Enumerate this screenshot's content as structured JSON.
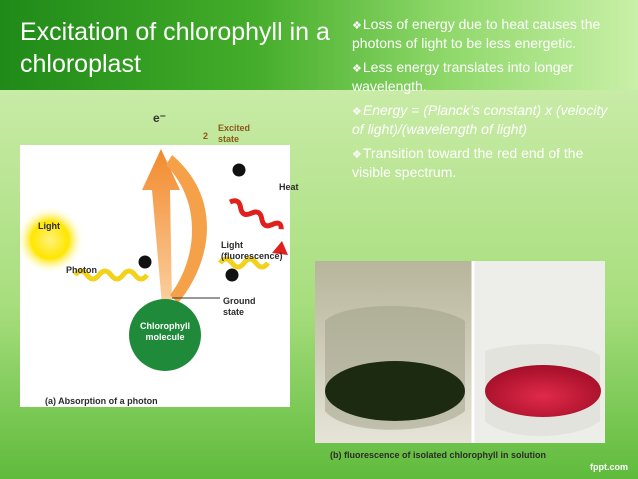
{
  "slide": {
    "title": "Excitation of chlorophyll in a chloroplast",
    "bullets": [
      {
        "text": "Loss of energy due to heat causes the photons of light to be less energetic.",
        "italic": false
      },
      {
        "text": "Less energy translates into longer wavelength.",
        "italic": false
      },
      {
        "text": "Energy = (Planck’s constant) x (velocity of light)/(wavelength of light)",
        "italic": true
      },
      {
        "text": "Transition toward the red end of the visible spectrum.",
        "italic": false
      }
    ],
    "bullet_mark": "❖",
    "credit": "fppt.com"
  },
  "figure_a": {
    "electron": "e⁻",
    "number": "2",
    "excited_state": [
      "Excited",
      "state"
    ],
    "heat": "Heat",
    "light": "Light",
    "photon": "Photon",
    "light_fluorescence": [
      "Light",
      "(fluorescence)"
    ],
    "ground_state": [
      "Ground",
      "state"
    ],
    "molecule": [
      "Chlorophyll",
      "molecule"
    ],
    "caption": "(a) Absorption of a photon"
  },
  "figure_b": {
    "caption": "(b) fluorescence of isolated chlorophyll in solution"
  },
  "colors": {
    "arrow": "#f5a14a",
    "molecule": "#1f8a3a",
    "heat_wave": "#e0201c",
    "light_wave": "#f2d21a",
    "fluorescence": "#d11a1a"
  }
}
